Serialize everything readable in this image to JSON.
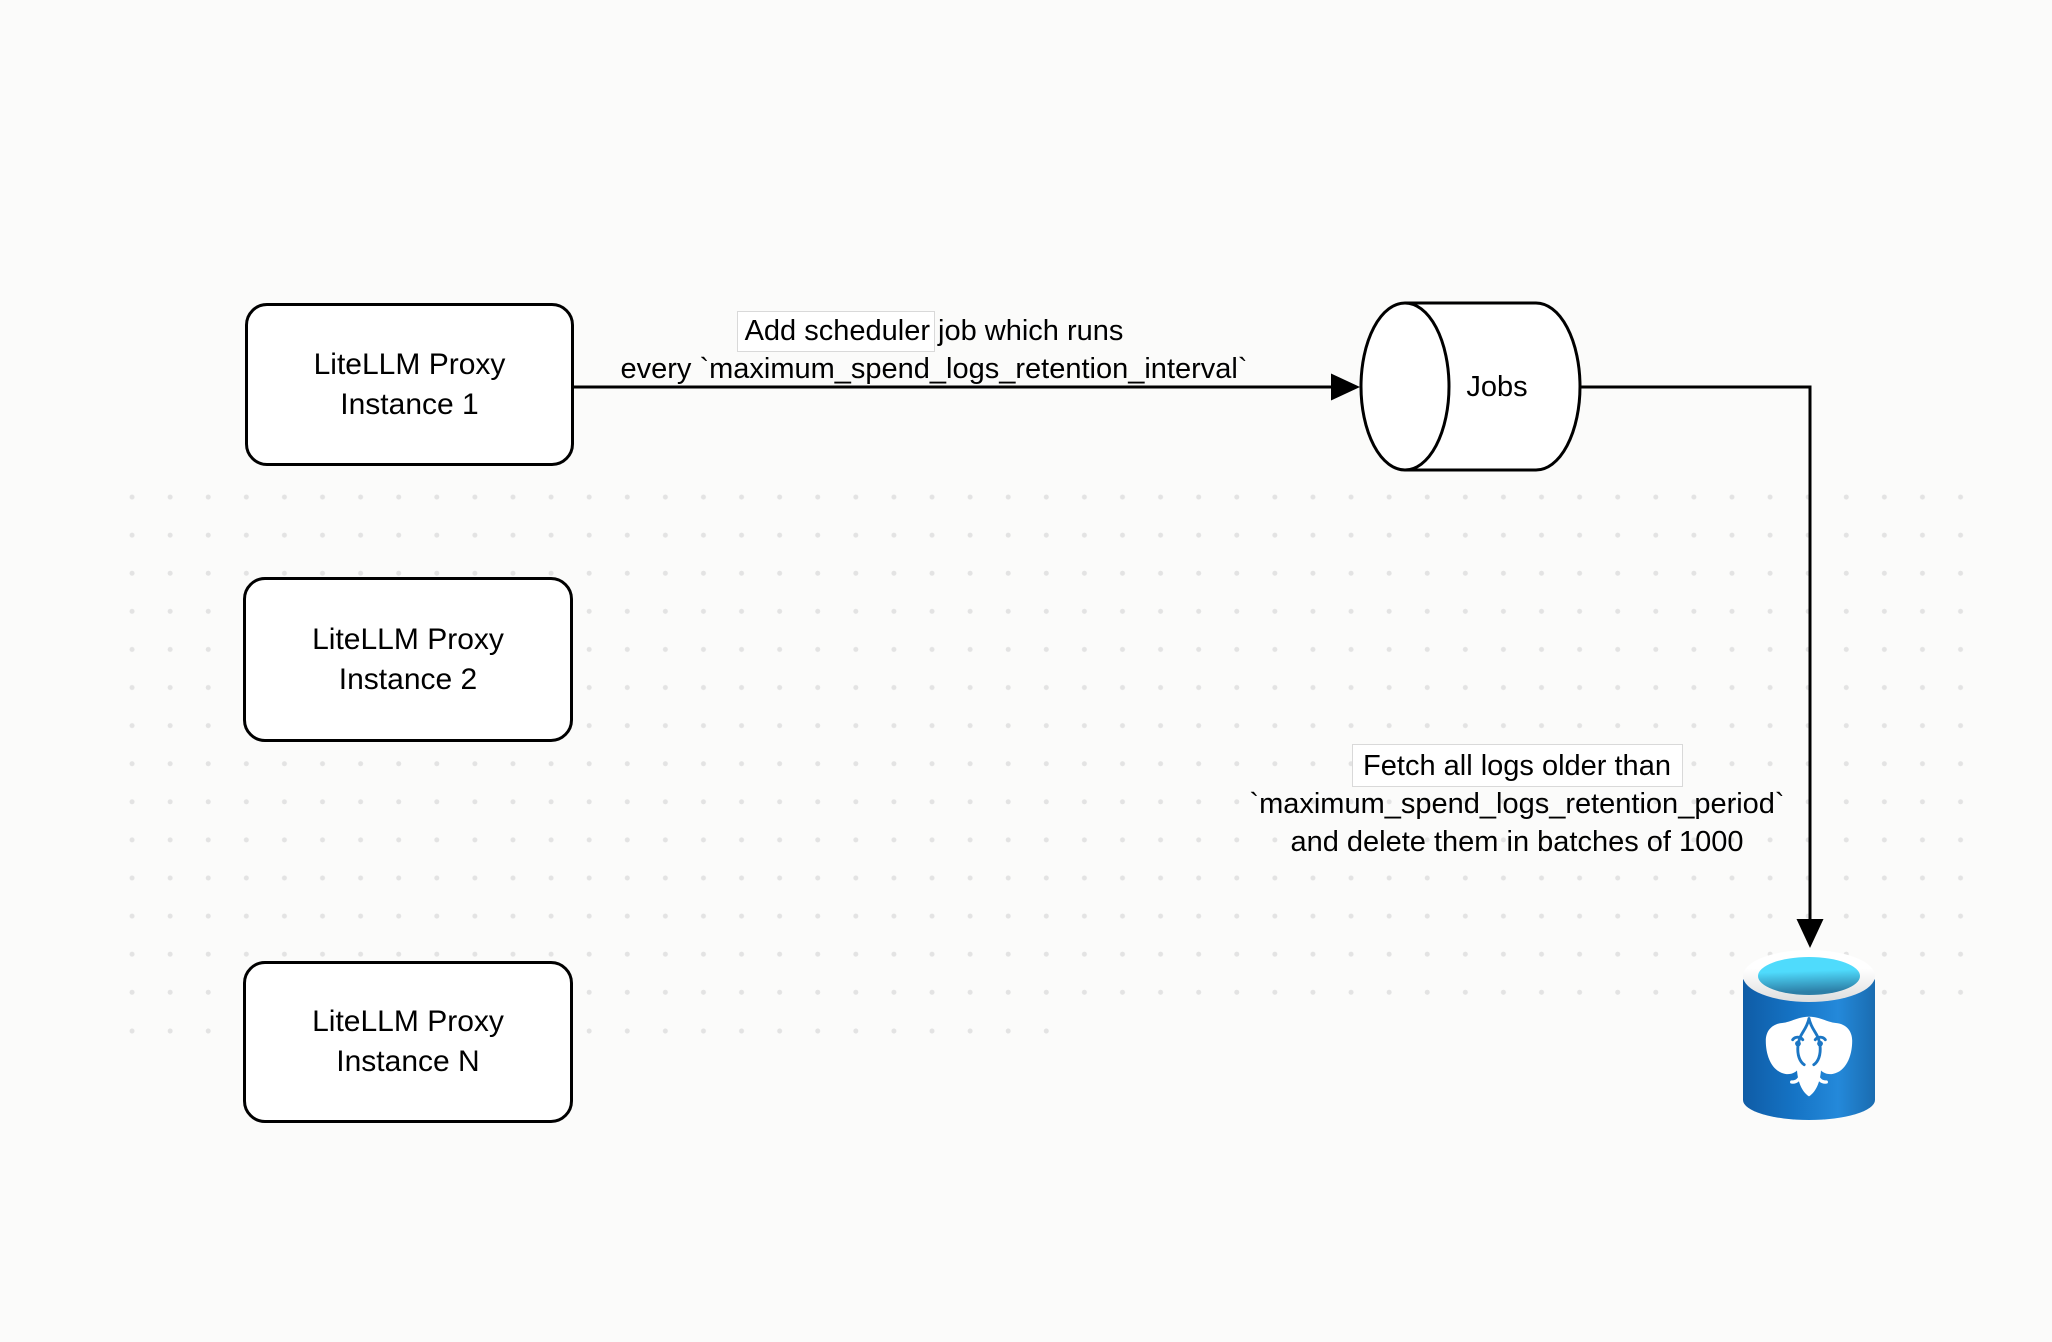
{
  "diagram": {
    "nodes": {
      "instance1": {
        "label": "LiteLLM Proxy\nInstance 1"
      },
      "instance2": {
        "label": "LiteLLM Proxy\nInstance 2"
      },
      "instanceN": {
        "label": "LiteLLM Proxy\nInstance N"
      },
      "jobs": {
        "label": "Jobs"
      },
      "database": {
        "icon": "postgresql-database-icon"
      }
    },
    "edges": {
      "scheduler_job": {
        "lines": [
          "Add scheduler job which runs",
          "every `maximum_spend_logs_retention_interval`"
        ]
      },
      "fetch_delete": {
        "lines": [
          "Fetch all logs older than",
          "`maximum_spend_logs_retention_period`",
          "and delete them in batches of 1000"
        ]
      }
    },
    "colors": {
      "stroke": "#000000",
      "node_fill": "#ffffff",
      "background": "#fbfbfa",
      "dot": "#e3e3e3",
      "db_blue_dark": "#0f5ca6",
      "db_blue": "#1f7fd0",
      "db_cyan": "#4fdbfc"
    }
  }
}
